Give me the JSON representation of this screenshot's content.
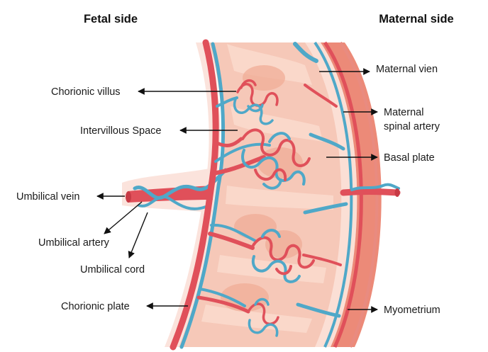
{
  "headings": {
    "fetal": "Fetal side",
    "maternal": "Maternal side"
  },
  "labels": {
    "chorionic_villus": "Chorionic villus",
    "intervillous_space": "Intervillous Space",
    "umbilical_vein": "Umbilical vein",
    "umbilical_artery": "Umbilical artery",
    "umbilical_cord": "Umbilical cord",
    "chorionic_plate": "Chorionic plate",
    "maternal_vein": "Maternal vien",
    "maternal_spinal_artery_1": "Maternal",
    "maternal_spinal_artery_2": "spinal artery",
    "basal_plate": "Basal plate",
    "myometrium": "Myometrium"
  },
  "colors": {
    "artery": "#e0505a",
    "artery_dark": "#c73a45",
    "vein": "#4fa8c8",
    "tissue_light": "#f9d6cc",
    "tissue_mid": "#f4bda9",
    "tissue_deep": "#efa58e",
    "membrane": "#fbe3dc",
    "arrow": "#111111"
  }
}
